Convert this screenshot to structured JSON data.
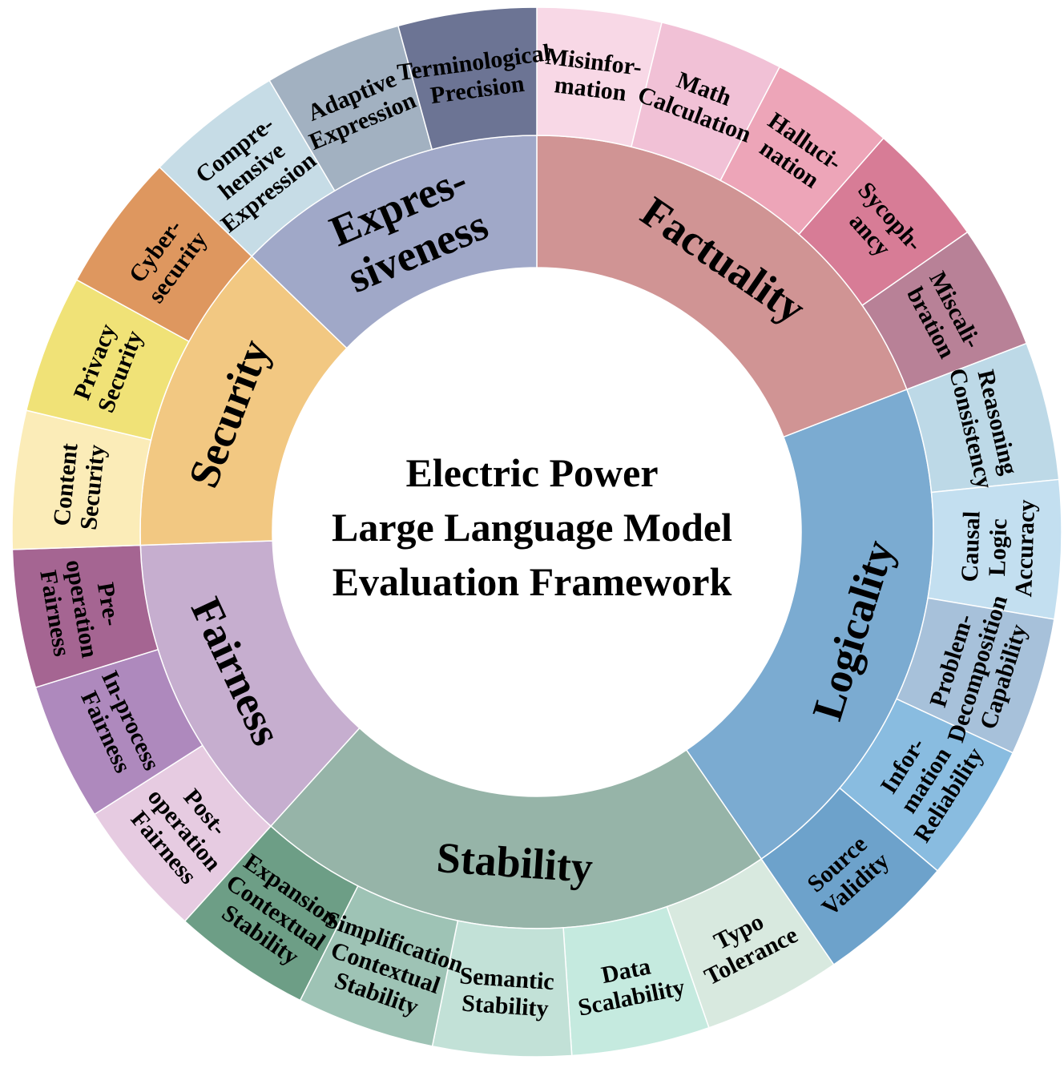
{
  "center": {
    "line1": "Electric Power",
    "line2": "Large Language Model",
    "line3": "Evaluation Framework"
  },
  "categories": [
    {
      "key": "factuality",
      "label": [
        "Factuality"
      ],
      "share": 4.5,
      "color": "#D09494",
      "children": [
        {
          "label": [
            "Misinfor-",
            "mation"
          ],
          "color": "#F8D8E6"
        },
        {
          "label": [
            "Math",
            "Calculation"
          ],
          "color": "#F1C1D6"
        },
        {
          "label": [
            "Halluci-",
            "nation"
          ],
          "color": "#EDA5B8"
        },
        {
          "label": [
            "Sycoph-",
            "ancy"
          ],
          "color": "#D77C96"
        },
        {
          "label": [
            "Miscali-",
            "bration"
          ],
          "color": "#B88197"
        }
      ]
    },
    {
      "key": "logicality",
      "label": [
        "Logicality"
      ],
      "share": 5,
      "color": "#7BABD1",
      "children": [
        {
          "label": [
            "Reasoning",
            "Consistency"
          ],
          "color": "#BDD9E7"
        },
        {
          "label": [
            "Causal",
            "Logic",
            "Accuracy"
          ],
          "color": "#C3DFF0"
        },
        {
          "label": [
            "Problem-",
            "Decomposition",
            "Capability"
          ],
          "color": "#A7C1DA"
        },
        {
          "label": [
            "Infor-",
            "mation",
            "Reliability"
          ],
          "color": "#89BCE0"
        },
        {
          "label": [
            "Source",
            "Validity"
          ],
          "color": "#6DA2CB"
        }
      ]
    },
    {
      "key": "stability",
      "label": [
        "Stability"
      ],
      "share": 5,
      "color": "#96B4A8",
      "children": [
        {
          "label": [
            "Typo",
            "Tolerance"
          ],
          "color": "#D8E9DF"
        },
        {
          "label": [
            "Data",
            "Scalability"
          ],
          "color": "#C5EADF"
        },
        {
          "label": [
            "Semantic",
            "Stability"
          ],
          "color": "#C2E1D7"
        },
        {
          "label": [
            "Simplification",
            "Contextual",
            "Stability"
          ],
          "color": "#9EC3B5"
        },
        {
          "label": [
            "Expansion",
            "Contextual",
            "Stability"
          ],
          "color": "#6D9E86"
        }
      ]
    },
    {
      "key": "fairness",
      "label": [
        "Fairness"
      ],
      "share": 3,
      "color": "#C6AECF",
      "children": [
        {
          "label": [
            "Post-",
            "operation",
            "Fairness"
          ],
          "color": "#E6CBE1"
        },
        {
          "label": [
            "In-process",
            "Fairness"
          ],
          "color": "#AE89BD"
        },
        {
          "label": [
            "Pre-",
            "operation",
            "Fairness"
          ],
          "color": "#A56592"
        }
      ]
    },
    {
      "key": "security",
      "label": [
        "Security"
      ],
      "share": 3,
      "color": "#F2C882",
      "children": [
        {
          "label": [
            "Content",
            "Security"
          ],
          "color": "#FBECB8"
        },
        {
          "label": [
            "Privacy",
            "Security"
          ],
          "color": "#F0E277"
        },
        {
          "label": [
            "Cyber-",
            "security"
          ],
          "color": "#DE975F"
        }
      ]
    },
    {
      "key": "expressiveness",
      "label": [
        "Expres-",
        "siveness"
      ],
      "share": 3,
      "color": "#A0A8C8",
      "children": [
        {
          "label": [
            "Compre-",
            "hensive",
            "Expression"
          ],
          "color": "#C6DCE6"
        },
        {
          "label": [
            "Adaptive",
            "Expression"
          ],
          "color": "#A2B1C1"
        },
        {
          "label": [
            "Terminological",
            "Precision"
          ],
          "color": "#6C7494"
        }
      ]
    }
  ]
}
